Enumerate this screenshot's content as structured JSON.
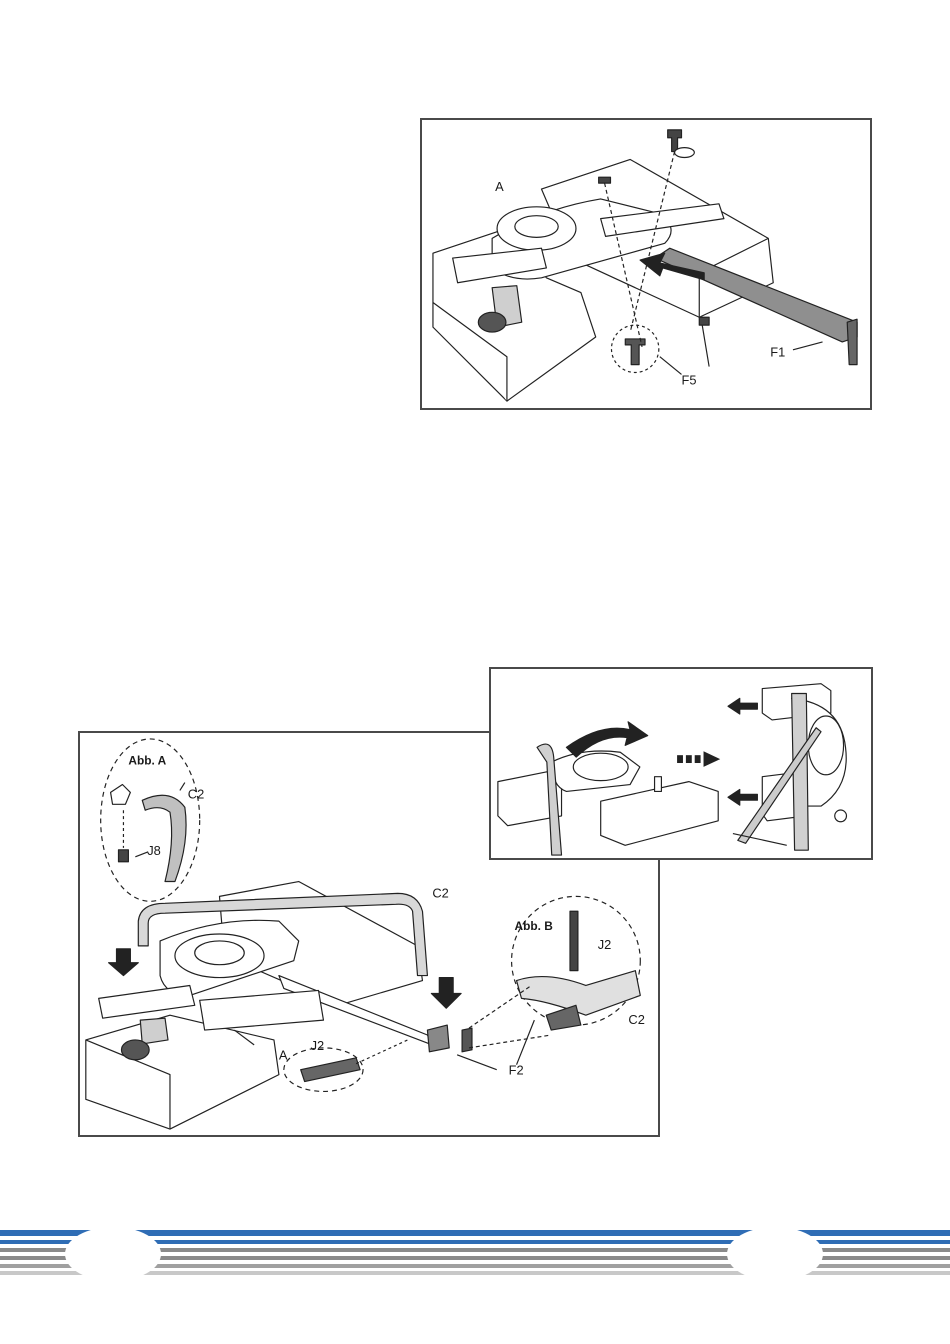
{
  "figure_1": {
    "labels": {
      "a": "A",
      "f5": "F5",
      "f1": "F1"
    }
  },
  "figure_2": {},
  "figure_3": {
    "labels": {
      "abb_a": "Abb. A",
      "c2_detail": "C2",
      "j8": "J8",
      "c2_main": "C2",
      "abb_b": "Abb. B",
      "j2_detail": "J2",
      "c2_detail_b": "C2",
      "j2_main": "J2",
      "a": "A",
      "f2": "F2"
    }
  },
  "footer": {
    "colors": {
      "blue": "#2f6db5",
      "grey": "#8a8a8a",
      "light": "#c8c8c8"
    }
  }
}
